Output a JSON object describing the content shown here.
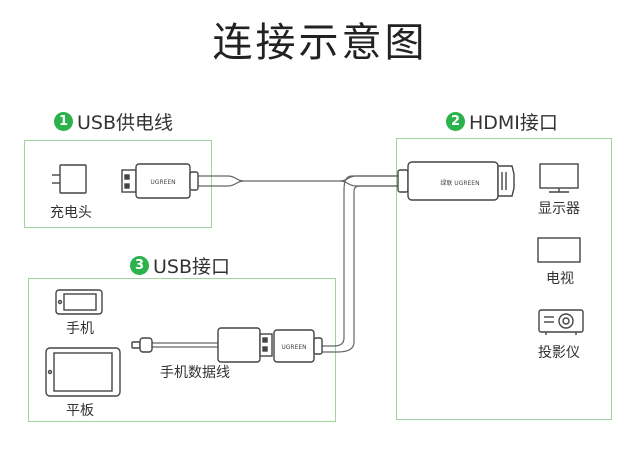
{
  "title": "连接示意图",
  "sections": {
    "usb_power": {
      "number": "1",
      "label": "USB供电线"
    },
    "hdmi": {
      "number": "2",
      "label": "HDMI接口"
    },
    "usb_port": {
      "number": "3",
      "label": "USB接口"
    }
  },
  "items": {
    "charger": "充电头",
    "phone": "手机",
    "tablet": "平板",
    "phone_cable": "手机数据线",
    "display": "显示器",
    "tv": "电视",
    "projector": "投影仪"
  },
  "brand": {
    "usb_plug": "UGREEN",
    "hdmi_plug": "绿联 UGREEN",
    "usb_socket": "UGREEN"
  },
  "colors": {
    "accent": "#2bb24c",
    "frame": "#9fd39f"
  }
}
